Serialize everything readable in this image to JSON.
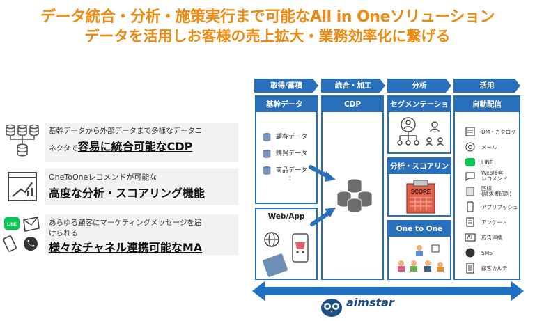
{
  "header": {
    "line1": "データ統合・分析・施策実行まで可能なAll in Oneソリューション",
    "line2": "データを活用しお客様の売上拡大・業務効率化に繋げる"
  },
  "features": [
    {
      "small1": "基幹データから外部データまで多様なデータコ",
      "small2": "ネクタで",
      "big": "容易に統合可能なCDP"
    },
    {
      "small1": "OneToOneレコメンドが可能な",
      "big": "高度な分析・スコアリング機能"
    },
    {
      "small1": "あらゆる顧客にマーケティングメッセージを届",
      "small2": "けられる",
      "big": "様々なチャネル連携可能なMA"
    }
  ],
  "icons": {
    "line_label": "LINE"
  },
  "stages": [
    "取得/蓄積",
    "統合・加工",
    "分析",
    "活用"
  ],
  "panels": {
    "core": "基幹データ",
    "core_items": [
      "顧客データ",
      "購買データ",
      "商品データ"
    ],
    "core_more": "：",
    "webapp": "Web/App",
    "cdp": "CDP",
    "segmentation": "セグメンテーション",
    "scoring": "分析・スコアリング",
    "score_label": "SCORE",
    "one_to_one": "One to One",
    "auto": "自動配信"
  },
  "delivery": [
    {
      "label": "DM・カタログ",
      "icon": "dm-catalog-icon"
    },
    {
      "label": "メール",
      "icon": "email-icon"
    },
    {
      "label": "LINE",
      "icon": "line-icon"
    },
    {
      "label": "Web接客\nレコメンド",
      "icon": "web-recommend-icon"
    },
    {
      "label": "回線\n(請求書印刷)",
      "icon": "invoice-icon"
    },
    {
      "label": "アプリプッシュ",
      "icon": "app-push-icon"
    },
    {
      "label": "アンケート",
      "icon": "survey-icon"
    },
    {
      "label": "広告連携",
      "icon": "ads-icon"
    },
    {
      "label": "SMS",
      "icon": "sms-icon"
    },
    {
      "label": "顧客カルテ",
      "icon": "customer-chart-icon"
    }
  ],
  "brand": "aimstar",
  "colors": {
    "accent": "#ee8a12",
    "blue": "#2a6fba",
    "line_green": "#06c755"
  }
}
